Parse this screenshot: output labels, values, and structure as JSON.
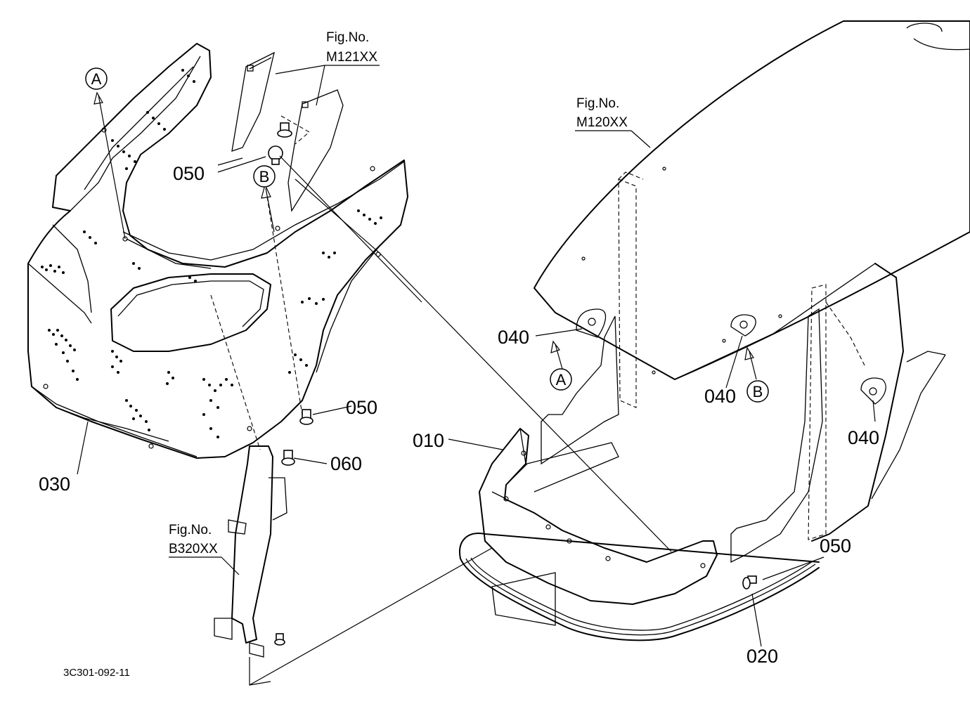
{
  "parts": [
    {
      "id": "p010",
      "label": "010"
    },
    {
      "id": "p020",
      "label": "020"
    },
    {
      "id": "p030",
      "label": "030"
    },
    {
      "id": "p040a",
      "label": "040"
    },
    {
      "id": "p040b",
      "label": "040"
    },
    {
      "id": "p040c",
      "label": "040"
    },
    {
      "id": "p050a",
      "label": "050"
    },
    {
      "id": "p050b",
      "label": "050"
    },
    {
      "id": "p050c",
      "label": "050"
    },
    {
      "id": "p060",
      "label": "060"
    }
  ],
  "figure_refs": [
    {
      "id": "fig-m121",
      "caption": "Fig.No.",
      "number": "M121XX"
    },
    {
      "id": "fig-m120",
      "caption": "Fig.No.",
      "number": "M120XX"
    },
    {
      "id": "fig-b320",
      "caption": "Fig.No.",
      "number": "B320XX"
    }
  ],
  "markers": [
    {
      "id": "mA1",
      "letter": "A"
    },
    {
      "id": "mB1",
      "letter": "B"
    },
    {
      "id": "mA2",
      "letter": "A"
    },
    {
      "id": "mB2",
      "letter": "B"
    }
  ],
  "drawing_number": "3C301-092-11"
}
